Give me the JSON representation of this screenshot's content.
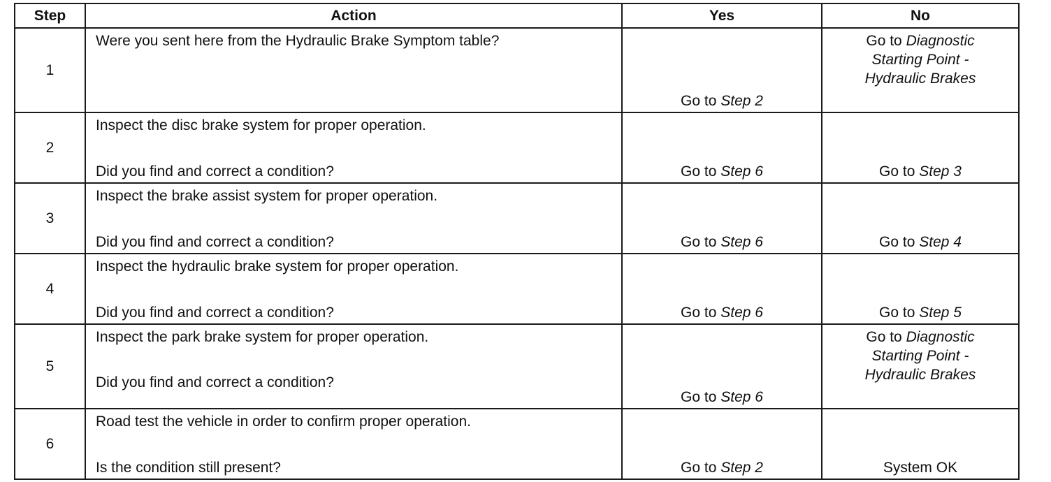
{
  "headers": {
    "step": "Step",
    "action": "Action",
    "yes": "Yes",
    "no": "No"
  },
  "rows": [
    {
      "step": "1",
      "action_question": "Were you sent here from the Hydraulic Brake Symptom table?",
      "yes_prefix": "Go to",
      "yes_ref": "Step 2",
      "no_prefix": "Go to",
      "no_ref_line1": "Diagnostic",
      "no_ref_line2": "Starting Point -",
      "no_ref_line3": "Hydraulic Brakes"
    },
    {
      "step": "2",
      "action_instruction": "Inspect the disc brake system for proper operation.",
      "action_question": "Did you find and correct a condition?",
      "yes_prefix": "Go to",
      "yes_ref": "Step 6",
      "no_prefix": "Go to",
      "no_ref": "Step 3"
    },
    {
      "step": "3",
      "action_instruction": "Inspect the brake assist system for proper operation.",
      "action_question": "Did you find and correct a condition?",
      "yes_prefix": "Go to",
      "yes_ref": "Step 6",
      "no_prefix": "Go to",
      "no_ref": "Step 4"
    },
    {
      "step": "4",
      "action_instruction": "Inspect the hydraulic brake system for proper operation.",
      "action_question": "Did you find and correct a condition?",
      "yes_prefix": "Go to",
      "yes_ref": "Step 6",
      "no_prefix": "Go to",
      "no_ref": "Step 5"
    },
    {
      "step": "5",
      "action_instruction": "Inspect the park brake system for proper operation.",
      "action_question": "Did you find and correct a condition?",
      "yes_prefix": "Go to",
      "yes_ref": "Step 6",
      "no_prefix": "Go to",
      "no_ref_line1": "Diagnostic",
      "no_ref_line2": "Starting Point -",
      "no_ref_line3": "Hydraulic Brakes"
    },
    {
      "step": "6",
      "action_instruction": "Road test the vehicle in order to confirm proper operation.",
      "action_question": "Is the condition still present?",
      "yes_prefix": "Go to",
      "yes_ref": "Step 2",
      "no_text": "System OK"
    }
  ]
}
